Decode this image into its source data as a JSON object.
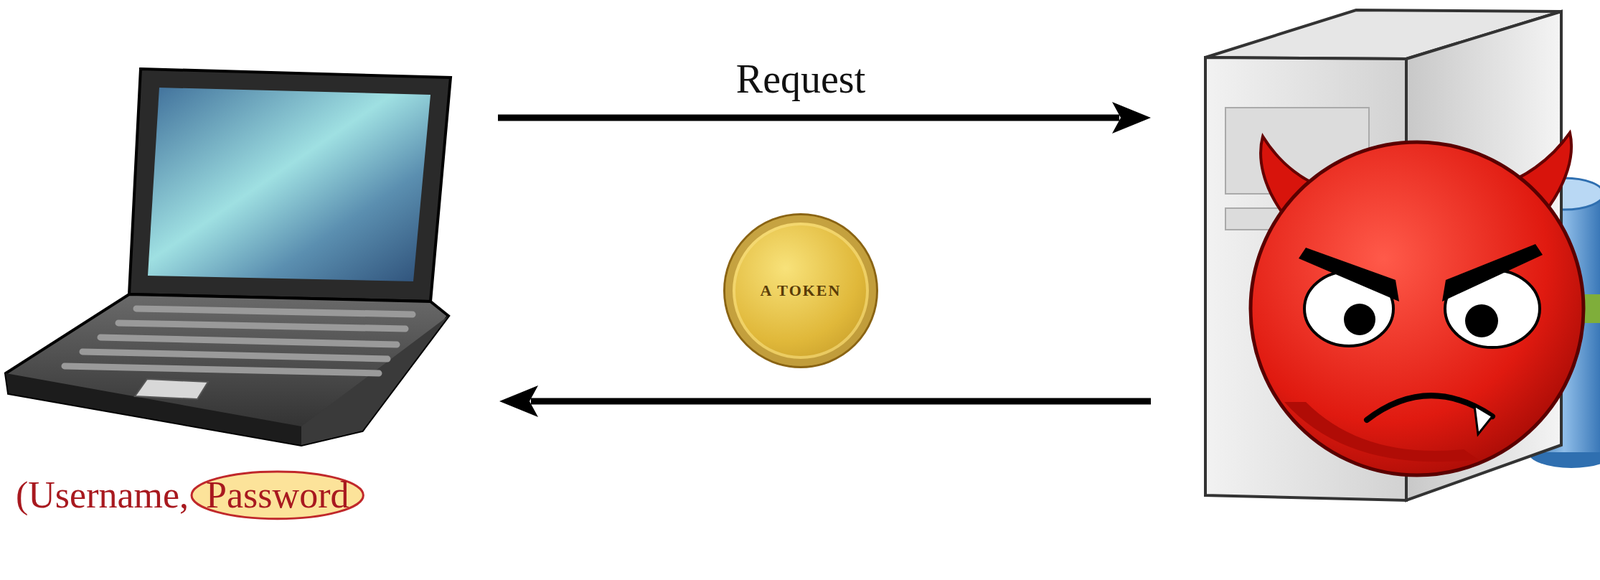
{
  "diagram": {
    "nodes": [
      {
        "text": [
          "A TOKEN"
        ]
      },
      {
        "text": [
          "Password"
        ]
      }
    ],
    "labels": [
      "Request",
      "(Username,"
    ]
  }
}
